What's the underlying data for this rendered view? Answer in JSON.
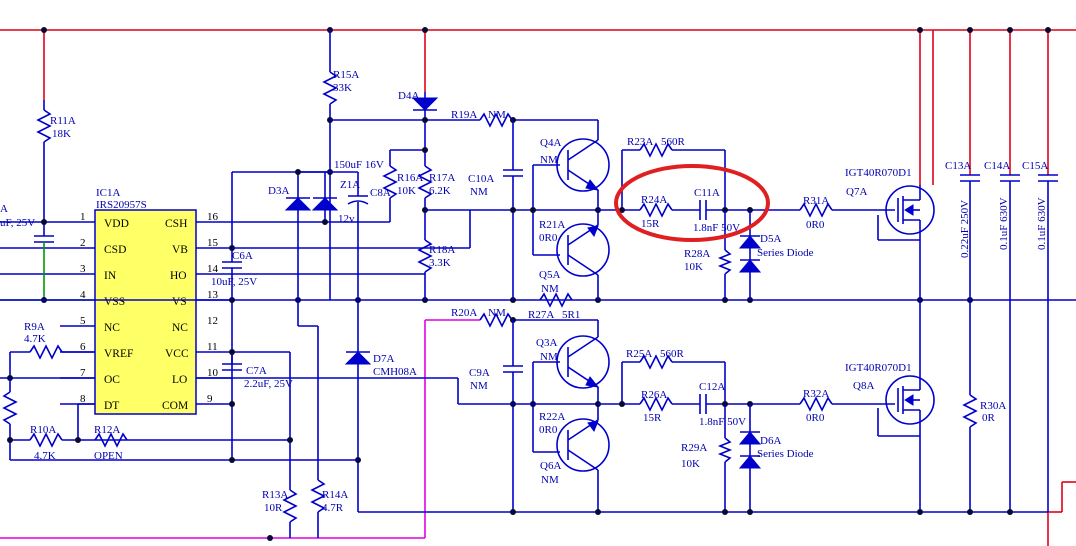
{
  "ic": {
    "ref": "IC1A",
    "part": "IRS20957S",
    "fill": "#ffff66",
    "left_pins": [
      {
        "num": "1",
        "name": "VDD"
      },
      {
        "num": "2",
        "name": "CSD"
      },
      {
        "num": "3",
        "name": "IN"
      },
      {
        "num": "4",
        "name": "VSS"
      },
      {
        "num": "5",
        "name": "NC"
      },
      {
        "num": "6",
        "name": "VREF"
      },
      {
        "num": "7",
        "name": "OC"
      },
      {
        "num": "8",
        "name": "DT"
      }
    ],
    "right_pins": [
      {
        "num": "16",
        "name": "CSH"
      },
      {
        "num": "15",
        "name": "VB"
      },
      {
        "num": "14",
        "name": "HO"
      },
      {
        "num": "13",
        "name": "VS"
      },
      {
        "num": "12",
        "name": "NC"
      },
      {
        "num": "11",
        "name": "VCC"
      },
      {
        "num": "10",
        "name": "LO"
      },
      {
        "num": "9",
        "name": "COM"
      }
    ]
  },
  "labels": {
    "r11a": "R11A",
    "r11a_val": "18K",
    "cap_left_ref": "A",
    "cap_left_val": "uF, 25V",
    "r15a": "R15A",
    "r15a_val": "33K",
    "d4a": "D4A",
    "r19a": "R19A",
    "r19a_val": "NM",
    "z1a": "Z1A",
    "z1a_val": "12v",
    "d3a": "D3A",
    "c8a_val": "150uF 16V",
    "c8a": "C8A",
    "r16a": "R16A",
    "r16a_val": "10K",
    "r17a": "R17A",
    "r17a_val": "6.2K",
    "r18a": "R18A",
    "r18a_val": "3.3K",
    "c6a": "C6A",
    "c6a_val": "10uF, 25V",
    "c10a": "C10A",
    "c10a_val": "NM",
    "q4a": "Q4A",
    "q4a_val": "NM",
    "r21a": "R21A",
    "r21a_val": "0R0",
    "q5a": "Q5A",
    "q5a_val": "NM",
    "r23a": "R23A",
    "r23a_val": "560R",
    "r24a": "R24A",
    "r24a_val": "15R",
    "c11a": "C11A",
    "c11a_val": "1.8nF 50V",
    "r28a": "R28A",
    "r28a_val": "10K",
    "d5a": "D5A",
    "d5a_val": "Series Diode",
    "r31a": "R31A",
    "r31a_val": "0R0",
    "q7a_part": "IGT40R070D1",
    "q7a": "Q7A",
    "c13a": "C13A",
    "c13a_val": "0.22uF 250V",
    "c14a": "C14A",
    "c14a_val": "0.1uF 630V",
    "c15a": "C15A",
    "c15a_val": "0.1uF 630V",
    "r20a": "R20A",
    "r20a_val": "NM",
    "r27a": "R27A",
    "r27a_val": "5R1",
    "r9a": "R9A",
    "r9a_val": "4.7K",
    "c7a": "C7A",
    "c7a_val": "2.2uF, 25V",
    "d7a": "D7A",
    "d7a_val": "CMH08A",
    "c9a": "C9A",
    "c9a_val": "NM",
    "q3a": "Q3A",
    "q3a_val": "NM",
    "r25a": "R25A",
    "r25a_val": "560R",
    "r26a": "R26A",
    "r26a_val": "15R",
    "c12a": "C12A",
    "c12a_val": "1.8nF 50V",
    "r32a": "R32A",
    "r32a_val": "0R0",
    "q8a_part": "IGT40R070D1",
    "q8a": "Q8A",
    "r30a": "R30A",
    "r30a_val": "0R",
    "r22a": "R22A",
    "r22a_val": "0R0",
    "q6a": "Q6A",
    "q6a_val": "NM",
    "r29a": "R29A",
    "r29a_val": "10K",
    "d6a": "D6A",
    "d6a_val": "Series Diode",
    "r10a": "R10A",
    "r10a_val": "4.7K",
    "r12a": "R12A",
    "r12a_val": "OPEN",
    "r13a": "R13A",
    "r13a_val": "10R",
    "r14a": "R14A",
    "r14a_val": "4.7R"
  },
  "colors": {
    "wire": "#0000cc",
    "rail": "#e0001a",
    "net_pink": "#e000e0",
    "net_green": "#009900",
    "highlight": "#e02020"
  }
}
